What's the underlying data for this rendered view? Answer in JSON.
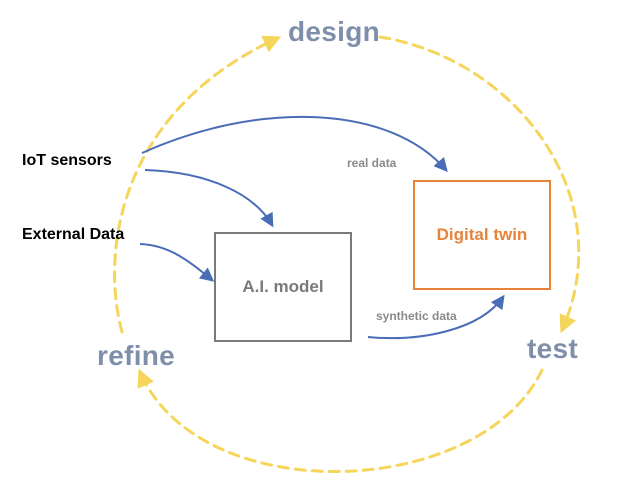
{
  "colors": {
    "cycle": "#F5D55A",
    "arrows": "#4A6DB8",
    "phase_text": "#7F8FA9",
    "flow_text": "#8A8A8A",
    "model_box": "#7A7A7A",
    "model_text": "#7A7A7A",
    "twin_box": "#E8833A",
    "twin_text": "#E8833A"
  },
  "cycle": {
    "phases": {
      "design": "design",
      "test": "test",
      "refine": "refine"
    }
  },
  "sources": {
    "iot": "IoT sensors",
    "external": "External Data"
  },
  "nodes": {
    "model": "A.I. model",
    "twin": "Digital twin"
  },
  "flows": {
    "real": "real data",
    "synthetic": "synthetic data"
  }
}
